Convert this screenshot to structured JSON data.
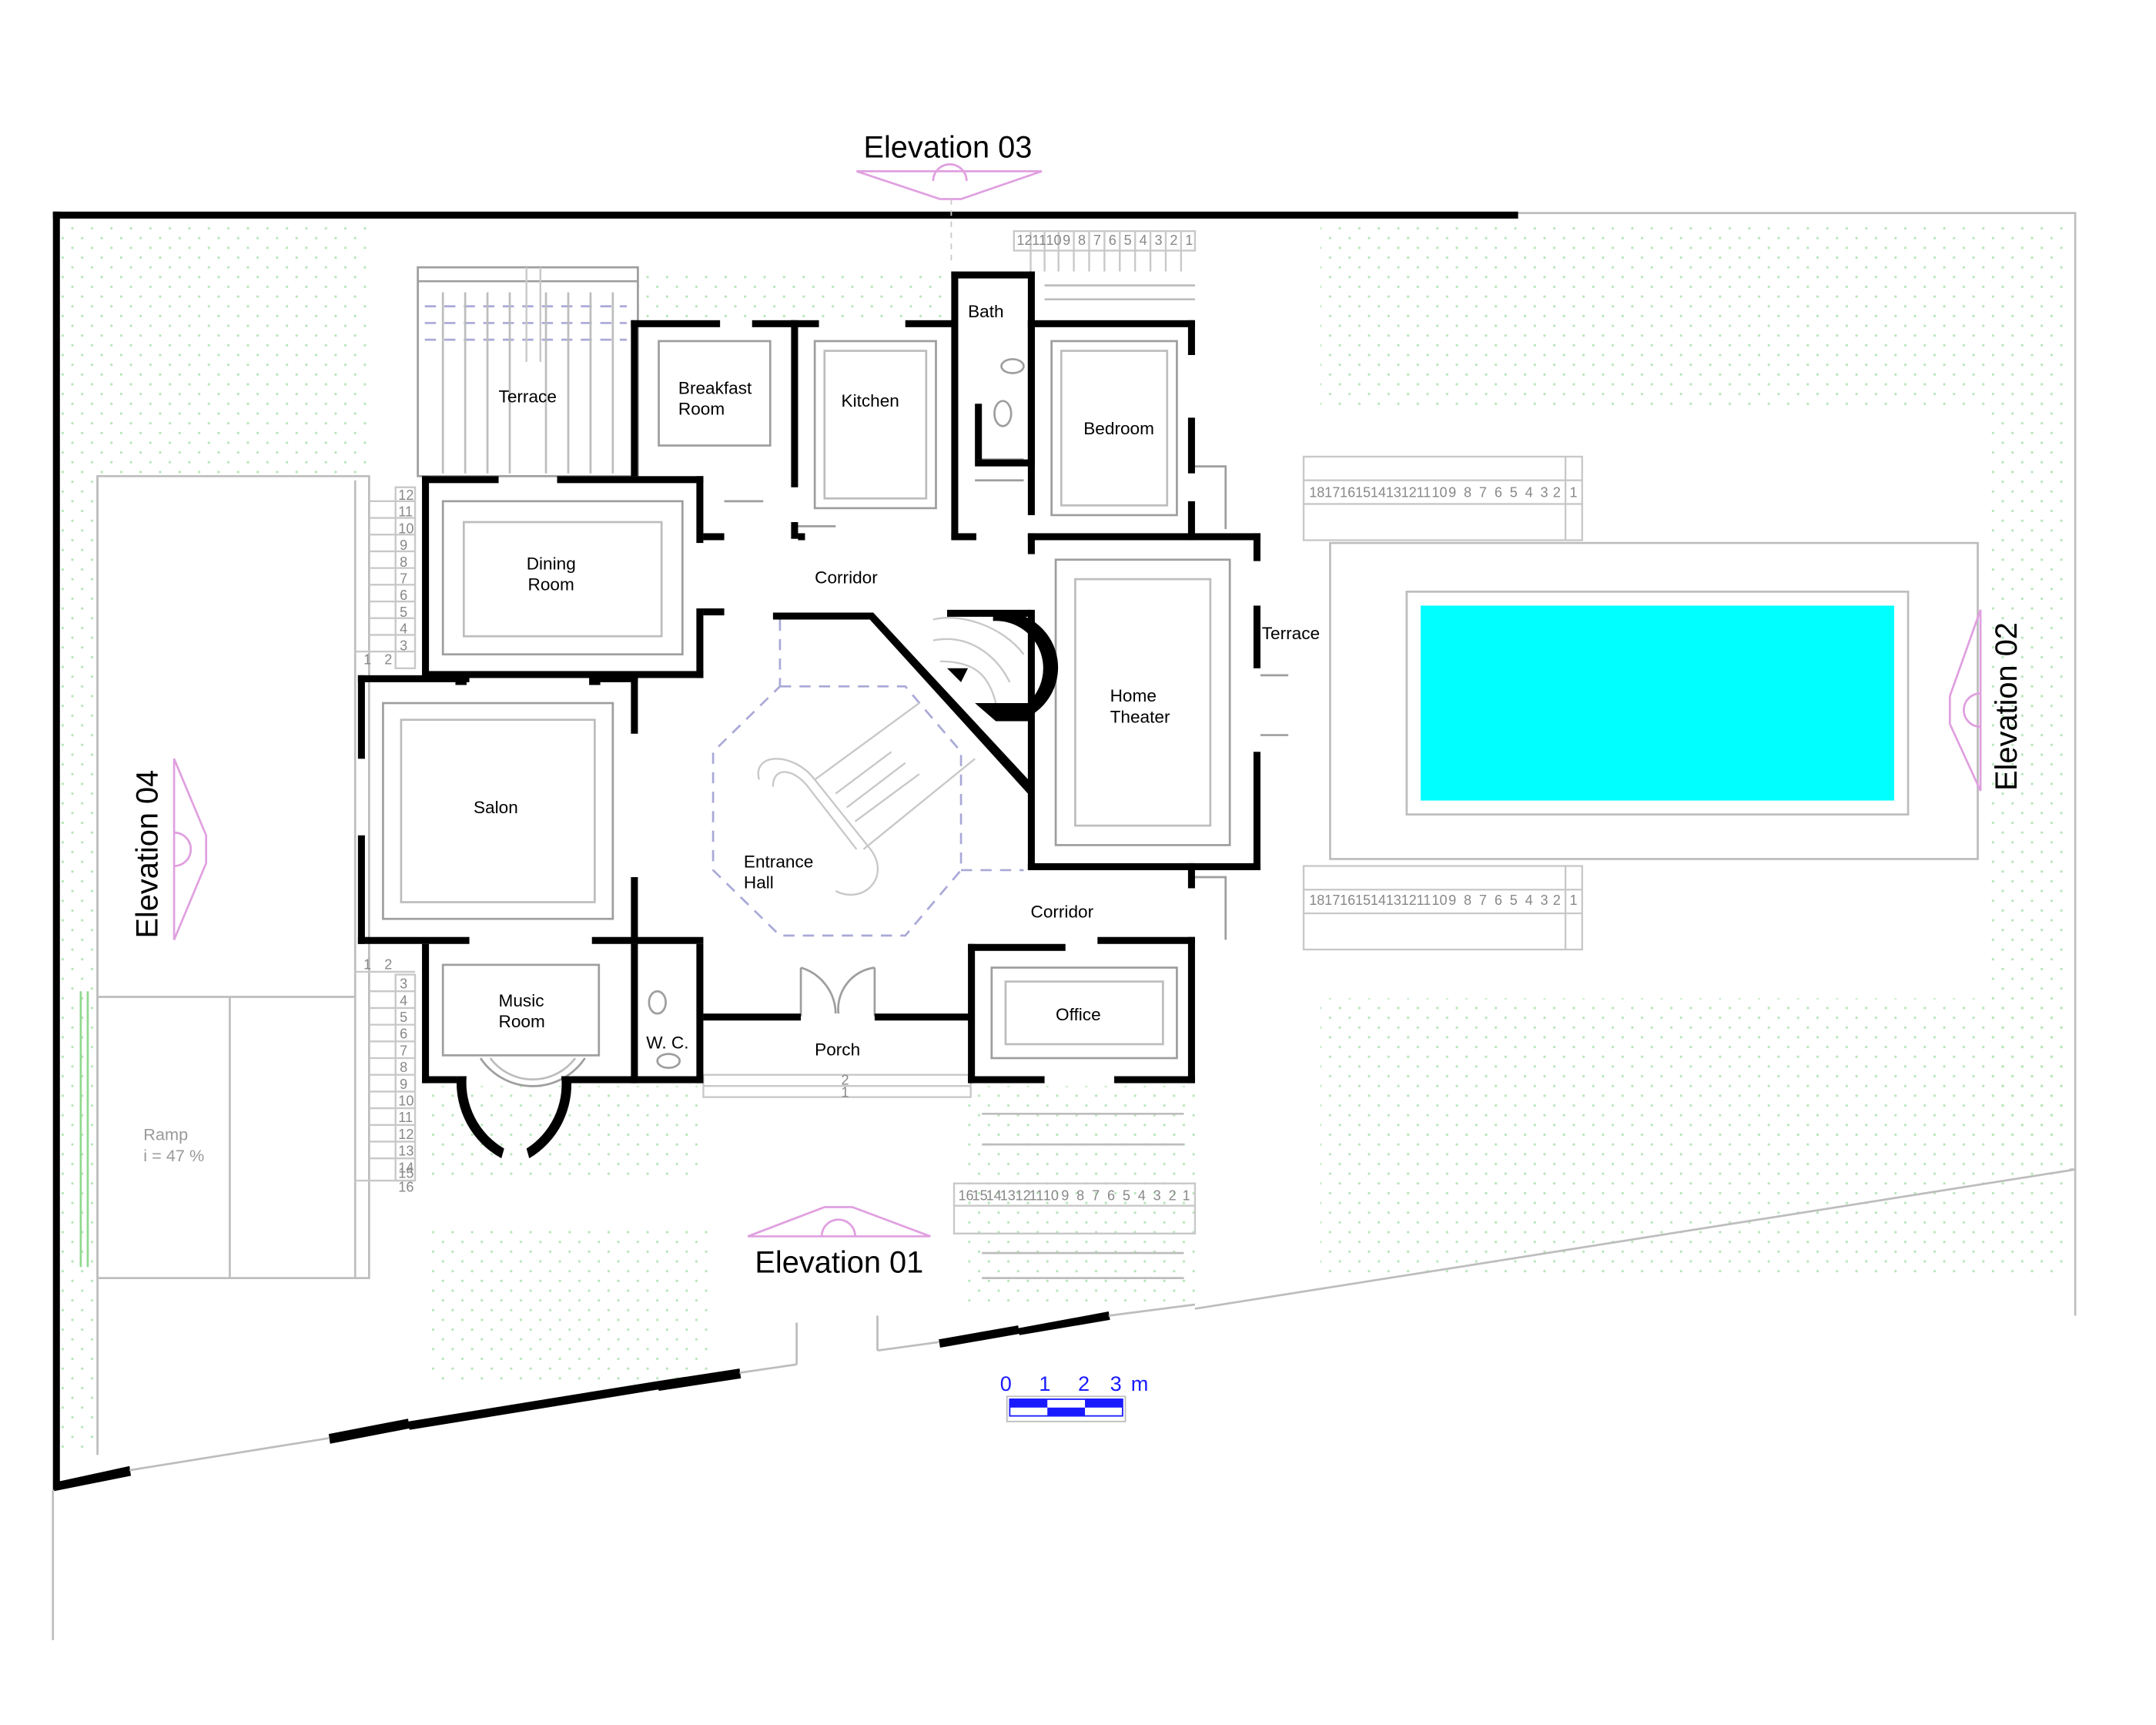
{
  "colors": {
    "wall": "#000000",
    "pool": "#00ffff",
    "elevation_marker": "#e0a0e0",
    "scale_bar": "#1a1aff",
    "garden_dots": "#b8e6b8"
  },
  "elevations": {
    "e01": "Elevation 01",
    "e02": "Elevation 02",
    "e03": "Elevation 03",
    "e04": "Elevation 04"
  },
  "rooms": {
    "terrace_nw": "Terrace",
    "breakfast_room": [
      "Breakfast",
      "Room"
    ],
    "kitchen": "Kitchen",
    "bath": "Bath",
    "bedroom": "Bedroom",
    "dining_room": [
      "Dining",
      "Room"
    ],
    "corridor_north": "Corridor",
    "home_theater": [
      "Home",
      "Theater"
    ],
    "terrace_east": "Terrace",
    "salon": "Salon",
    "entrance_hall": [
      "Entrance",
      "Hall"
    ],
    "corridor_south": "Corridor",
    "music_room": [
      "Music",
      "Room"
    ],
    "wc": "W. C.",
    "porch": "Porch",
    "office": "Office"
  },
  "ramp": {
    "label": "Ramp",
    "slope": "i = 47 %"
  },
  "scale_bar": {
    "ticks": [
      "0",
      "1",
      "2",
      "3"
    ],
    "unit": "m"
  },
  "stair_steps": {
    "top_right": [
      "12",
      "11",
      "10",
      "9",
      "8",
      "7",
      "6",
      "5",
      "4",
      "3",
      "2",
      "1"
    ],
    "pool_rows": [
      "18",
      "17",
      "16",
      "15",
      "14",
      "13",
      "12",
      "11",
      "10",
      "9",
      "8",
      "7",
      "6",
      "5",
      "4",
      "3",
      "2",
      "1"
    ],
    "bottom_right": [
      "16",
      "15",
      "14",
      "13",
      "12",
      "11",
      "10",
      "9",
      "8",
      "7",
      "6",
      "5",
      "4",
      "3",
      "2",
      "1"
    ],
    "west_upper": [
      "12",
      "11",
      "10",
      "9",
      "8",
      "7",
      "6",
      "5",
      "4",
      "3"
    ],
    "west_upper_base": [
      "1",
      "2"
    ],
    "west_lower_top": [
      "1",
      "2"
    ],
    "west_lower": [
      "3",
      "4",
      "5",
      "6",
      "7",
      "8",
      "9",
      "10",
      "11",
      "12",
      "13",
      "14",
      "15",
      "16"
    ],
    "porch": [
      "2",
      "1"
    ]
  }
}
